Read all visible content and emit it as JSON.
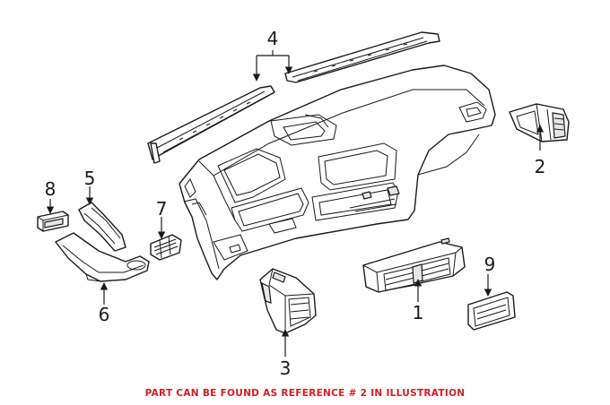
{
  "callouts": {
    "c1": "1",
    "c2": "2",
    "c3": "3",
    "c4": "4",
    "c5": "5",
    "c6": "6",
    "c7": "7",
    "c8": "8",
    "c9": "9"
  },
  "footer_note": "PART CAN BE FOUND AS REFERENCE # 2 IN ILLUSTRATION",
  "colors": {
    "line": "#1a1a1a",
    "note": "#d21f1f"
  }
}
